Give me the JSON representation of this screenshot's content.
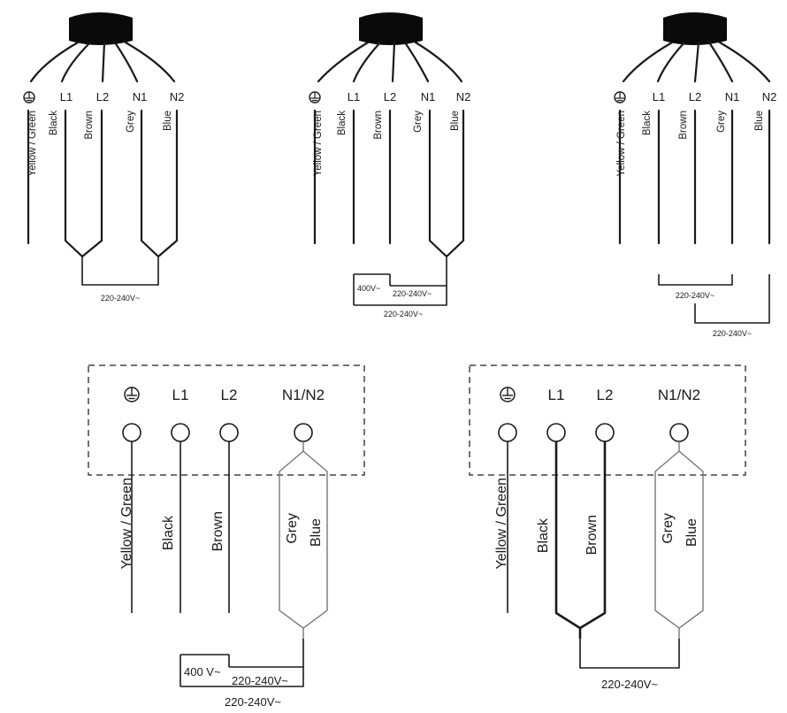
{
  "colors": {
    "line": "#1a1a1a",
    "cap": "#0a0a0a",
    "dashed_box": "#444444",
    "grey_bundle": "#777777",
    "background": "#ffffff"
  },
  "terminals": {
    "earth": "earth-symbol-icon",
    "l1": "L1",
    "l2": "L2",
    "n1": "N1",
    "n2": "N2",
    "n1n2": "N1/N2"
  },
  "wires": {
    "yellow_green": "Yellow / Green",
    "black": "Black",
    "brown": "Brown",
    "grey": "Grey",
    "blue": "Blue"
  },
  "voltages": {
    "v230": "220-240V~",
    "v400": "400V~",
    "v400_spaced": "400 V~"
  }
}
